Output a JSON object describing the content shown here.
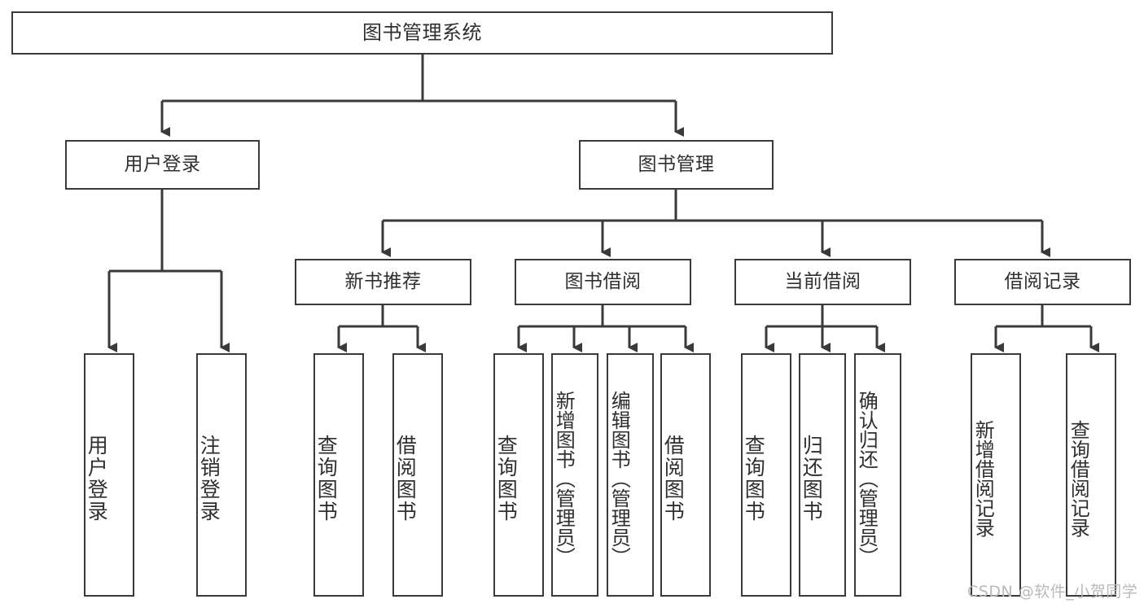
{
  "diagram": {
    "type": "tree-hierarchy-chart",
    "title": "图书管理系统",
    "orientation": "top-down",
    "colors": {
      "stroke": "#3a3a3a",
      "text": "#2f2f2f",
      "background": "#ffffff",
      "watermark": "#b9b9b9"
    },
    "nodes": {
      "root": {
        "label": "图书管理系统"
      },
      "level1": [
        {
          "id": "user-login",
          "label": "用户登录"
        },
        {
          "id": "book-manage",
          "label": "图书管理"
        }
      ],
      "level2": [
        {
          "id": "new-book-recommend",
          "label": "新书推荐"
        },
        {
          "id": "book-borrow",
          "label": "图书借阅"
        },
        {
          "id": "current-borrow",
          "label": "当前借阅"
        },
        {
          "id": "borrow-record",
          "label": "借阅记录"
        }
      ],
      "leaves": {
        "user_login": [
          {
            "id": "leaf-user-login",
            "label": "用户登录"
          },
          {
            "id": "leaf-logout-login",
            "label": "注销登录"
          }
        ],
        "new_book_recommend": [
          {
            "id": "leaf-query-book-1",
            "label": "查询图书"
          },
          {
            "id": "leaf-borrow-book-1",
            "label": "借阅图书"
          }
        ],
        "book_borrow": [
          {
            "id": "leaf-query-book-2",
            "label": "查询图书"
          },
          {
            "id": "leaf-add-book",
            "label": "新增图书（管理员）"
          },
          {
            "id": "leaf-edit-book",
            "label": "编辑图书（管理员）"
          },
          {
            "id": "leaf-borrow-book-2",
            "label": "借阅图书"
          }
        ],
        "current_borrow": [
          {
            "id": "leaf-query-book-3",
            "label": "查询图书"
          },
          {
            "id": "leaf-return-book",
            "label": "归还图书"
          },
          {
            "id": "leaf-confirm-return",
            "label": "确认归还（管理员）"
          }
        ],
        "borrow_record": [
          {
            "id": "leaf-add-record",
            "label": "新增借阅记录"
          },
          {
            "id": "leaf-query-record",
            "label": "查询借阅记录"
          }
        ]
      }
    },
    "watermark": "CSDN @软件_小贺同学"
  }
}
